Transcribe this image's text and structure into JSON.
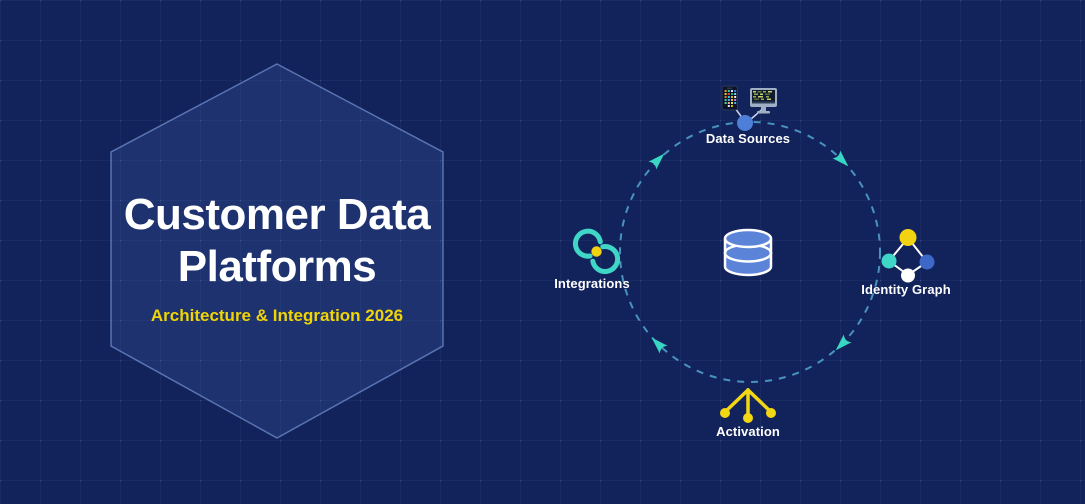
{
  "hero": {
    "title_line1": "Customer Data",
    "title_line2": "Platforms",
    "subtitle": "Architecture & Integration 2026"
  },
  "diagram": {
    "flow_direction": "clockwise",
    "center": {
      "icon": "database-icon"
    },
    "nodes": [
      {
        "id": "data-sources",
        "label": "Data Sources",
        "position": "top",
        "icons": [
          "smartphone-icon",
          "monitor-icon"
        ]
      },
      {
        "id": "identity-graph",
        "label": "Identity Graph",
        "position": "right",
        "icons": [
          "identity-graph-icon"
        ]
      },
      {
        "id": "activation",
        "label": "Activation",
        "position": "bottom",
        "icons": [
          "activation-icon"
        ]
      },
      {
        "id": "integrations",
        "label": "Integrations",
        "position": "left",
        "icons": [
          "integrations-icon"
        ]
      }
    ]
  },
  "colors": {
    "background": "#12235B",
    "hexagon_stroke": "#7D9CE0",
    "title_white": "#FFFFFF",
    "subtitle_yellow": "#F0D405",
    "circle_dash": "#4FA0C9",
    "arrow_teal": "#38D6C3",
    "icon_blue": "#5B84D8",
    "icon_teal": "#3FD6C8",
    "icon_yellow": "#F2D312"
  }
}
